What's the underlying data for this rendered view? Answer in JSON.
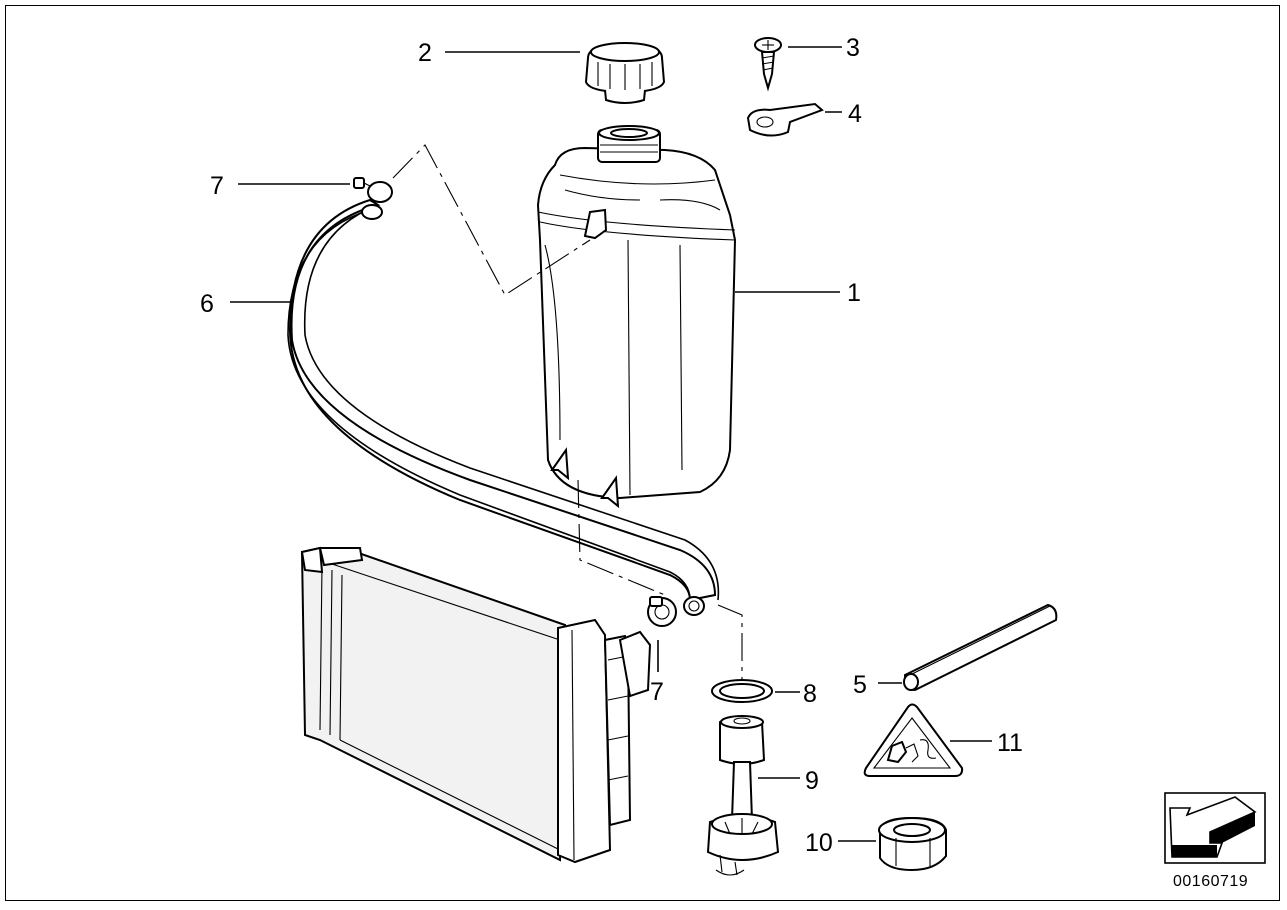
{
  "diagram": {
    "code": "00160719",
    "callouts": [
      {
        "id": "1",
        "label": "1"
      },
      {
        "id": "2",
        "label": "2"
      },
      {
        "id": "3",
        "label": "3"
      },
      {
        "id": "4",
        "label": "4"
      },
      {
        "id": "5",
        "label": "5"
      },
      {
        "id": "6",
        "label": "6"
      },
      {
        "id": "7a",
        "label": "7"
      },
      {
        "id": "7b",
        "label": "7"
      },
      {
        "id": "8",
        "label": "8"
      },
      {
        "id": "9",
        "label": "9"
      },
      {
        "id": "10",
        "label": "10"
      },
      {
        "id": "11",
        "label": "11"
      }
    ]
  }
}
